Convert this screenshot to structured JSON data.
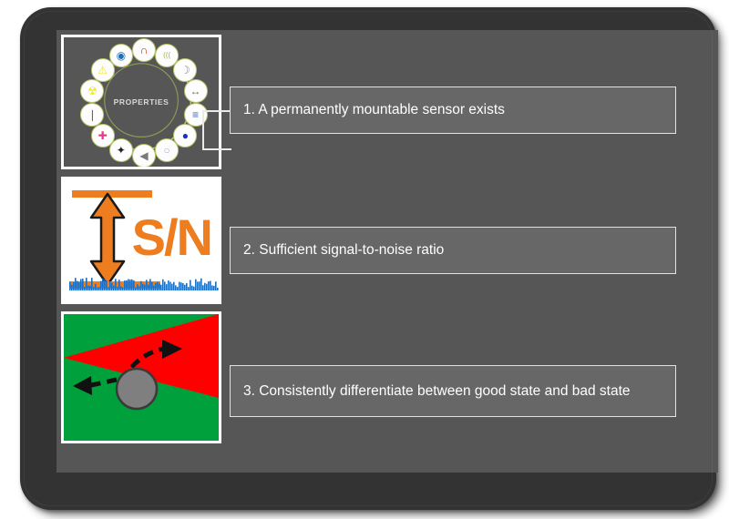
{
  "slide": {
    "background_color": "#565656",
    "bezel_color": "#333333"
  },
  "panels": [
    {
      "id": "properties-wheel",
      "center_label": "PROPERTIES",
      "ring_color": "#b8c46a",
      "icons": [
        {
          "name": "magnet-icon",
          "glyph": "∩",
          "color": "#c8281e"
        },
        {
          "name": "sound-waves-icon",
          "glyph": "(((",
          "color": "#9bb04a"
        },
        {
          "name": "crescent-moon-icon",
          "glyph": "☽",
          "color": "#8b8b8b"
        },
        {
          "name": "dumbbell-icon",
          "glyph": "↔",
          "color": "#6f6f6f"
        },
        {
          "name": "bar-chart-icon",
          "glyph": "≡",
          "color": "#3a66b0"
        },
        {
          "name": "water-drop-icon",
          "glyph": "●",
          "color": "#1430c8"
        },
        {
          "name": "pressure-gauge-icon",
          "glyph": "○",
          "color": "#8fb9cc"
        },
        {
          "name": "speaker-icon",
          "glyph": "◀",
          "color": "#7a7a7a"
        },
        {
          "name": "compass-star-icon",
          "glyph": "✦",
          "color": "#232323"
        },
        {
          "name": "molecule-icon",
          "glyph": "✚",
          "color": "#e8388f"
        },
        {
          "name": "thermometer-icon",
          "glyph": "❘",
          "color": "#d02020"
        },
        {
          "name": "radiation-icon",
          "glyph": "☢",
          "color": "#f2e81c"
        },
        {
          "name": "warning-icon",
          "glyph": "⚠",
          "color": "#f2e81c"
        },
        {
          "name": "eye-icon",
          "glyph": "◉",
          "color": "#1d6fb8"
        }
      ]
    },
    {
      "id": "signal-to-noise",
      "label": "S/N",
      "signal_color": "#ED7D1F",
      "noise_color": "#1F6FC0"
    },
    {
      "id": "good-bad-state",
      "good_color": "#00A03C",
      "bad_color": "#FF0000",
      "ball_color": "#7F7F7F"
    }
  ],
  "callouts": [
    {
      "id": "callout-1",
      "text": "1. A permanently mountable sensor exists"
    },
    {
      "id": "callout-2",
      "text": "2. Sufficient signal-to-noise ratio"
    },
    {
      "id": "callout-3",
      "text": "3. Consistently differentiate between good state and bad state"
    }
  ]
}
